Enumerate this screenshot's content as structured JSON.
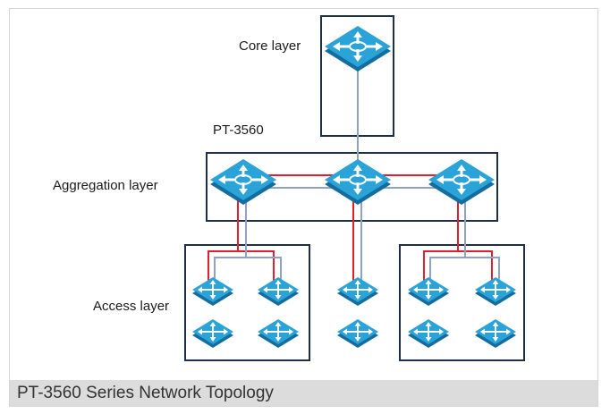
{
  "labels": {
    "core": "Core layer",
    "model": "PT-3560",
    "aggregation": "Aggregation layer",
    "access": "Access layer"
  },
  "caption": "PT-3560 Series Network Topology",
  "colors": {
    "switch_fill": "#1f95cf",
    "switch_top": "#3eb4e6",
    "box_border": "#1f2f44",
    "red_link": "#e0202e",
    "gray_link": "#8ea3bf"
  },
  "icons": {
    "core_switch": "switch-icon",
    "aggregation_switch": "switch-icon",
    "access_switch": "switch-icon"
  }
}
